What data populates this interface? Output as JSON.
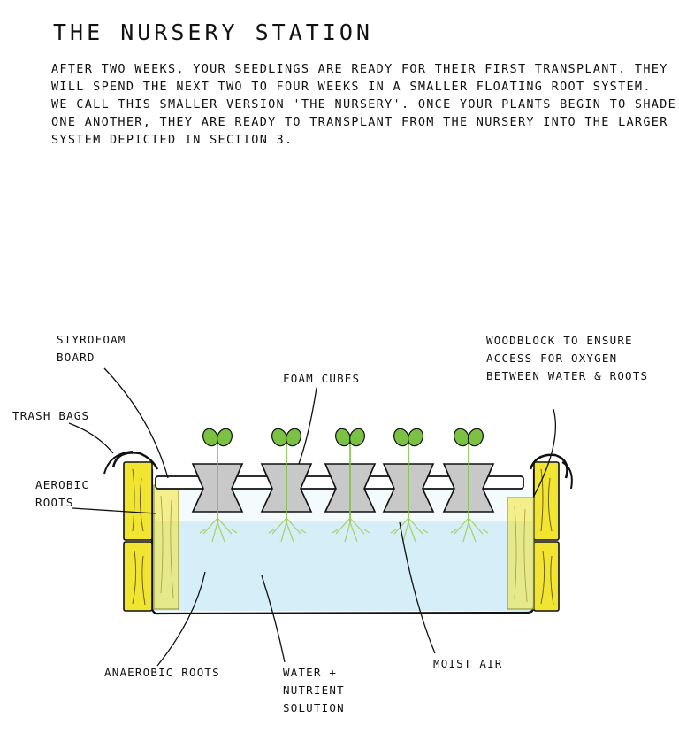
{
  "title": "THE NURSERY STATION",
  "intro_lines": [
    "AFTER TWO WEEKS, YOUR SEEDLINGS ARE READY FOR THEIR FIRST TRANSPLANT.  THEY",
    "WILL SPEND THE NEXT TWO TO FOUR WEEKS IN A SMALLER  FLOATING ROOT  SYSTEM.",
    "WE CALL THIS SMALLER VERSION 'THE NURSERY'. ONCE YOUR PLANTS BEGIN TO SHADE",
    "ONE ANOTHER, THEY ARE READY TO TRANSPLANT FROM  THE NURSERY  INTO THE LARGER",
    "SYSTEM DEPICTED IN SECTION 3."
  ],
  "labels": {
    "styrofoam": [
      "STYROFOAM",
      "BOARD"
    ],
    "foam_cubes": [
      "FOAM CUBES"
    ],
    "woodblock": [
      "WOODBLOCK TO ENSURE",
      "ACCESS FOR OXYGEN",
      "BETWEEN WATER & ROOTS"
    ],
    "trash_bags": [
      "TRASH BAGS"
    ],
    "aerobic": [
      "AEROBIC",
      "ROOTS"
    ],
    "anaerobic": [
      "ANAEROBIC ROOTS"
    ],
    "water": [
      "WATER +",
      "NUTRIENT",
      "SOLUTION"
    ],
    "moist_air": [
      "MOIST AIR"
    ]
  },
  "colors": {
    "wood": "#f2e531",
    "water": "#d6eef8",
    "foam": "#c8c8c8",
    "leaf": "#7cc242",
    "root": "#a8d26a"
  }
}
